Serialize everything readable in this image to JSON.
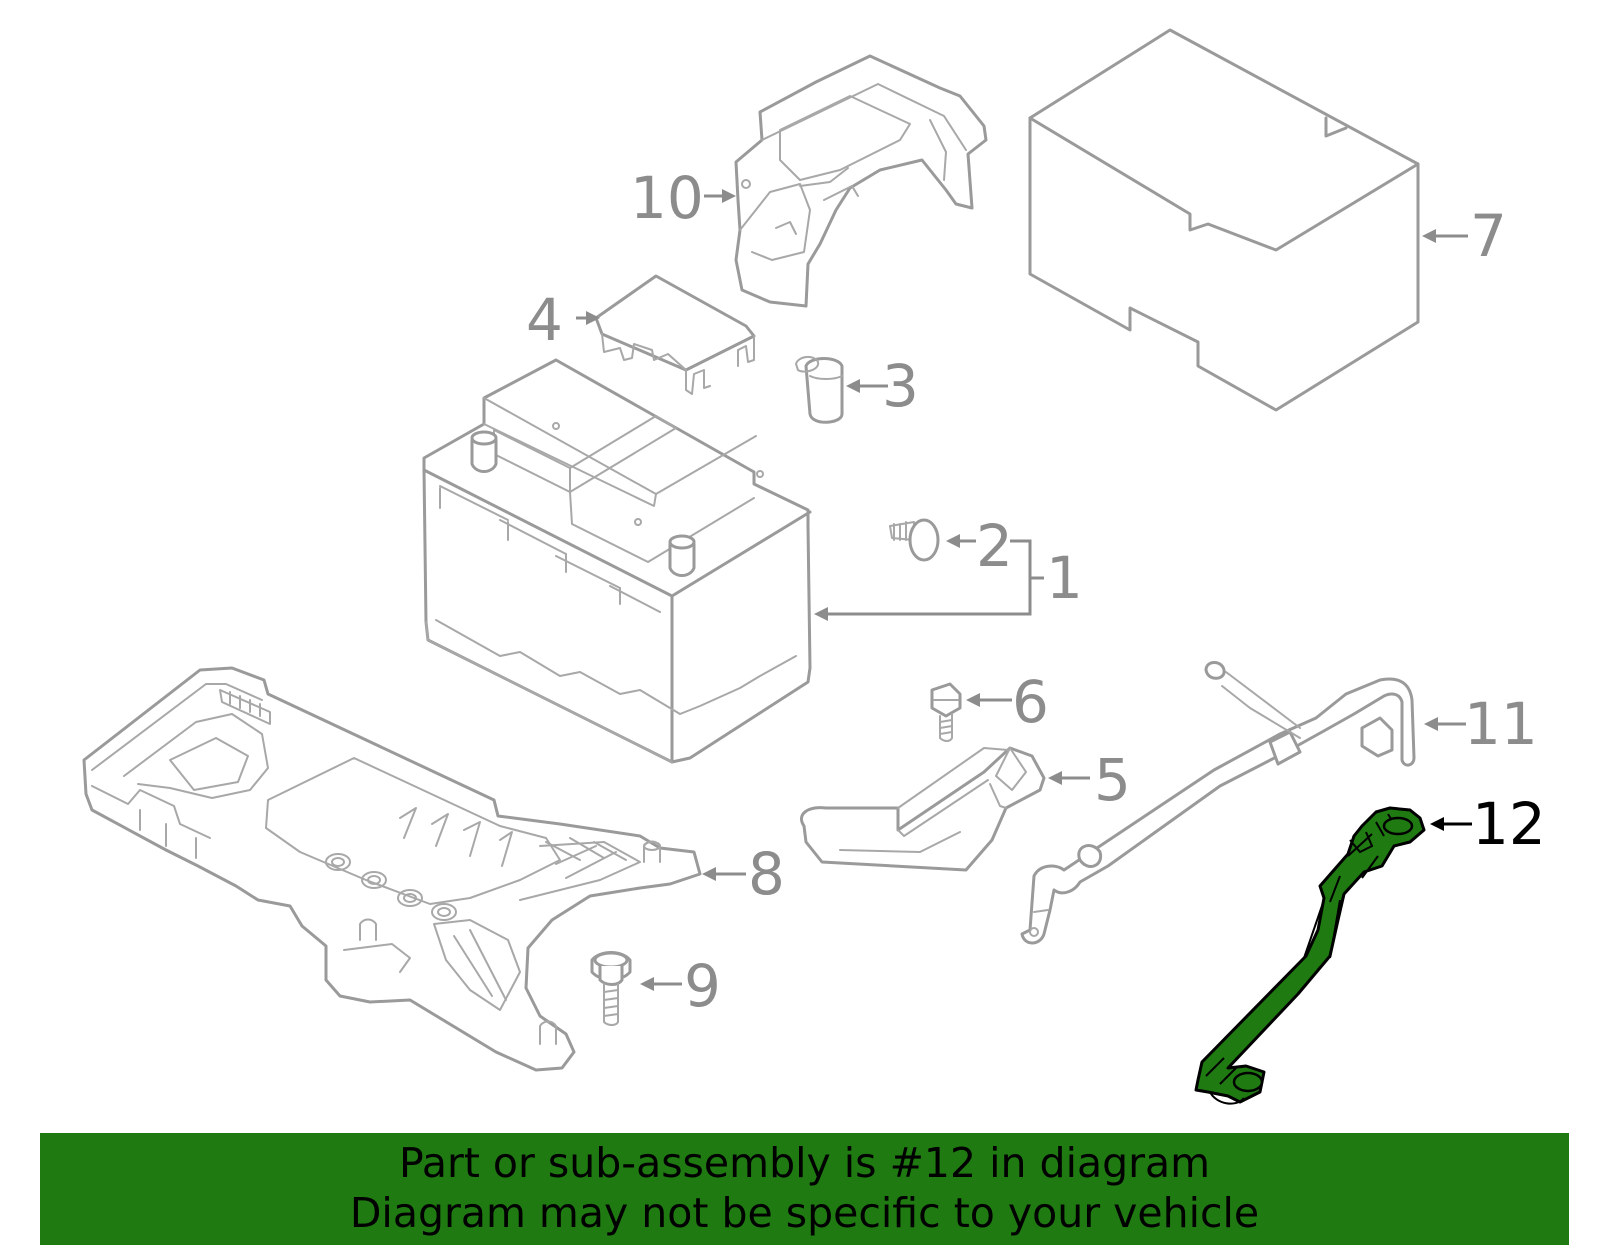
{
  "callouts": {
    "c1": "1",
    "c2": "2",
    "c3": "3",
    "c4": "4",
    "c5": "5",
    "c6": "6",
    "c7": "7",
    "c8": "8",
    "c9": "9",
    "c10": "10",
    "c11": "11",
    "c12": "12"
  },
  "highlight_part": "12",
  "colors": {
    "highlight": "#1f7a12",
    "line_art": "#9a9a9a",
    "banner": "#1f7a12"
  },
  "banner": {
    "line1": "Part or sub-assembly is #12 in diagram",
    "line2": "Diagram may not be specific to your vehicle"
  }
}
